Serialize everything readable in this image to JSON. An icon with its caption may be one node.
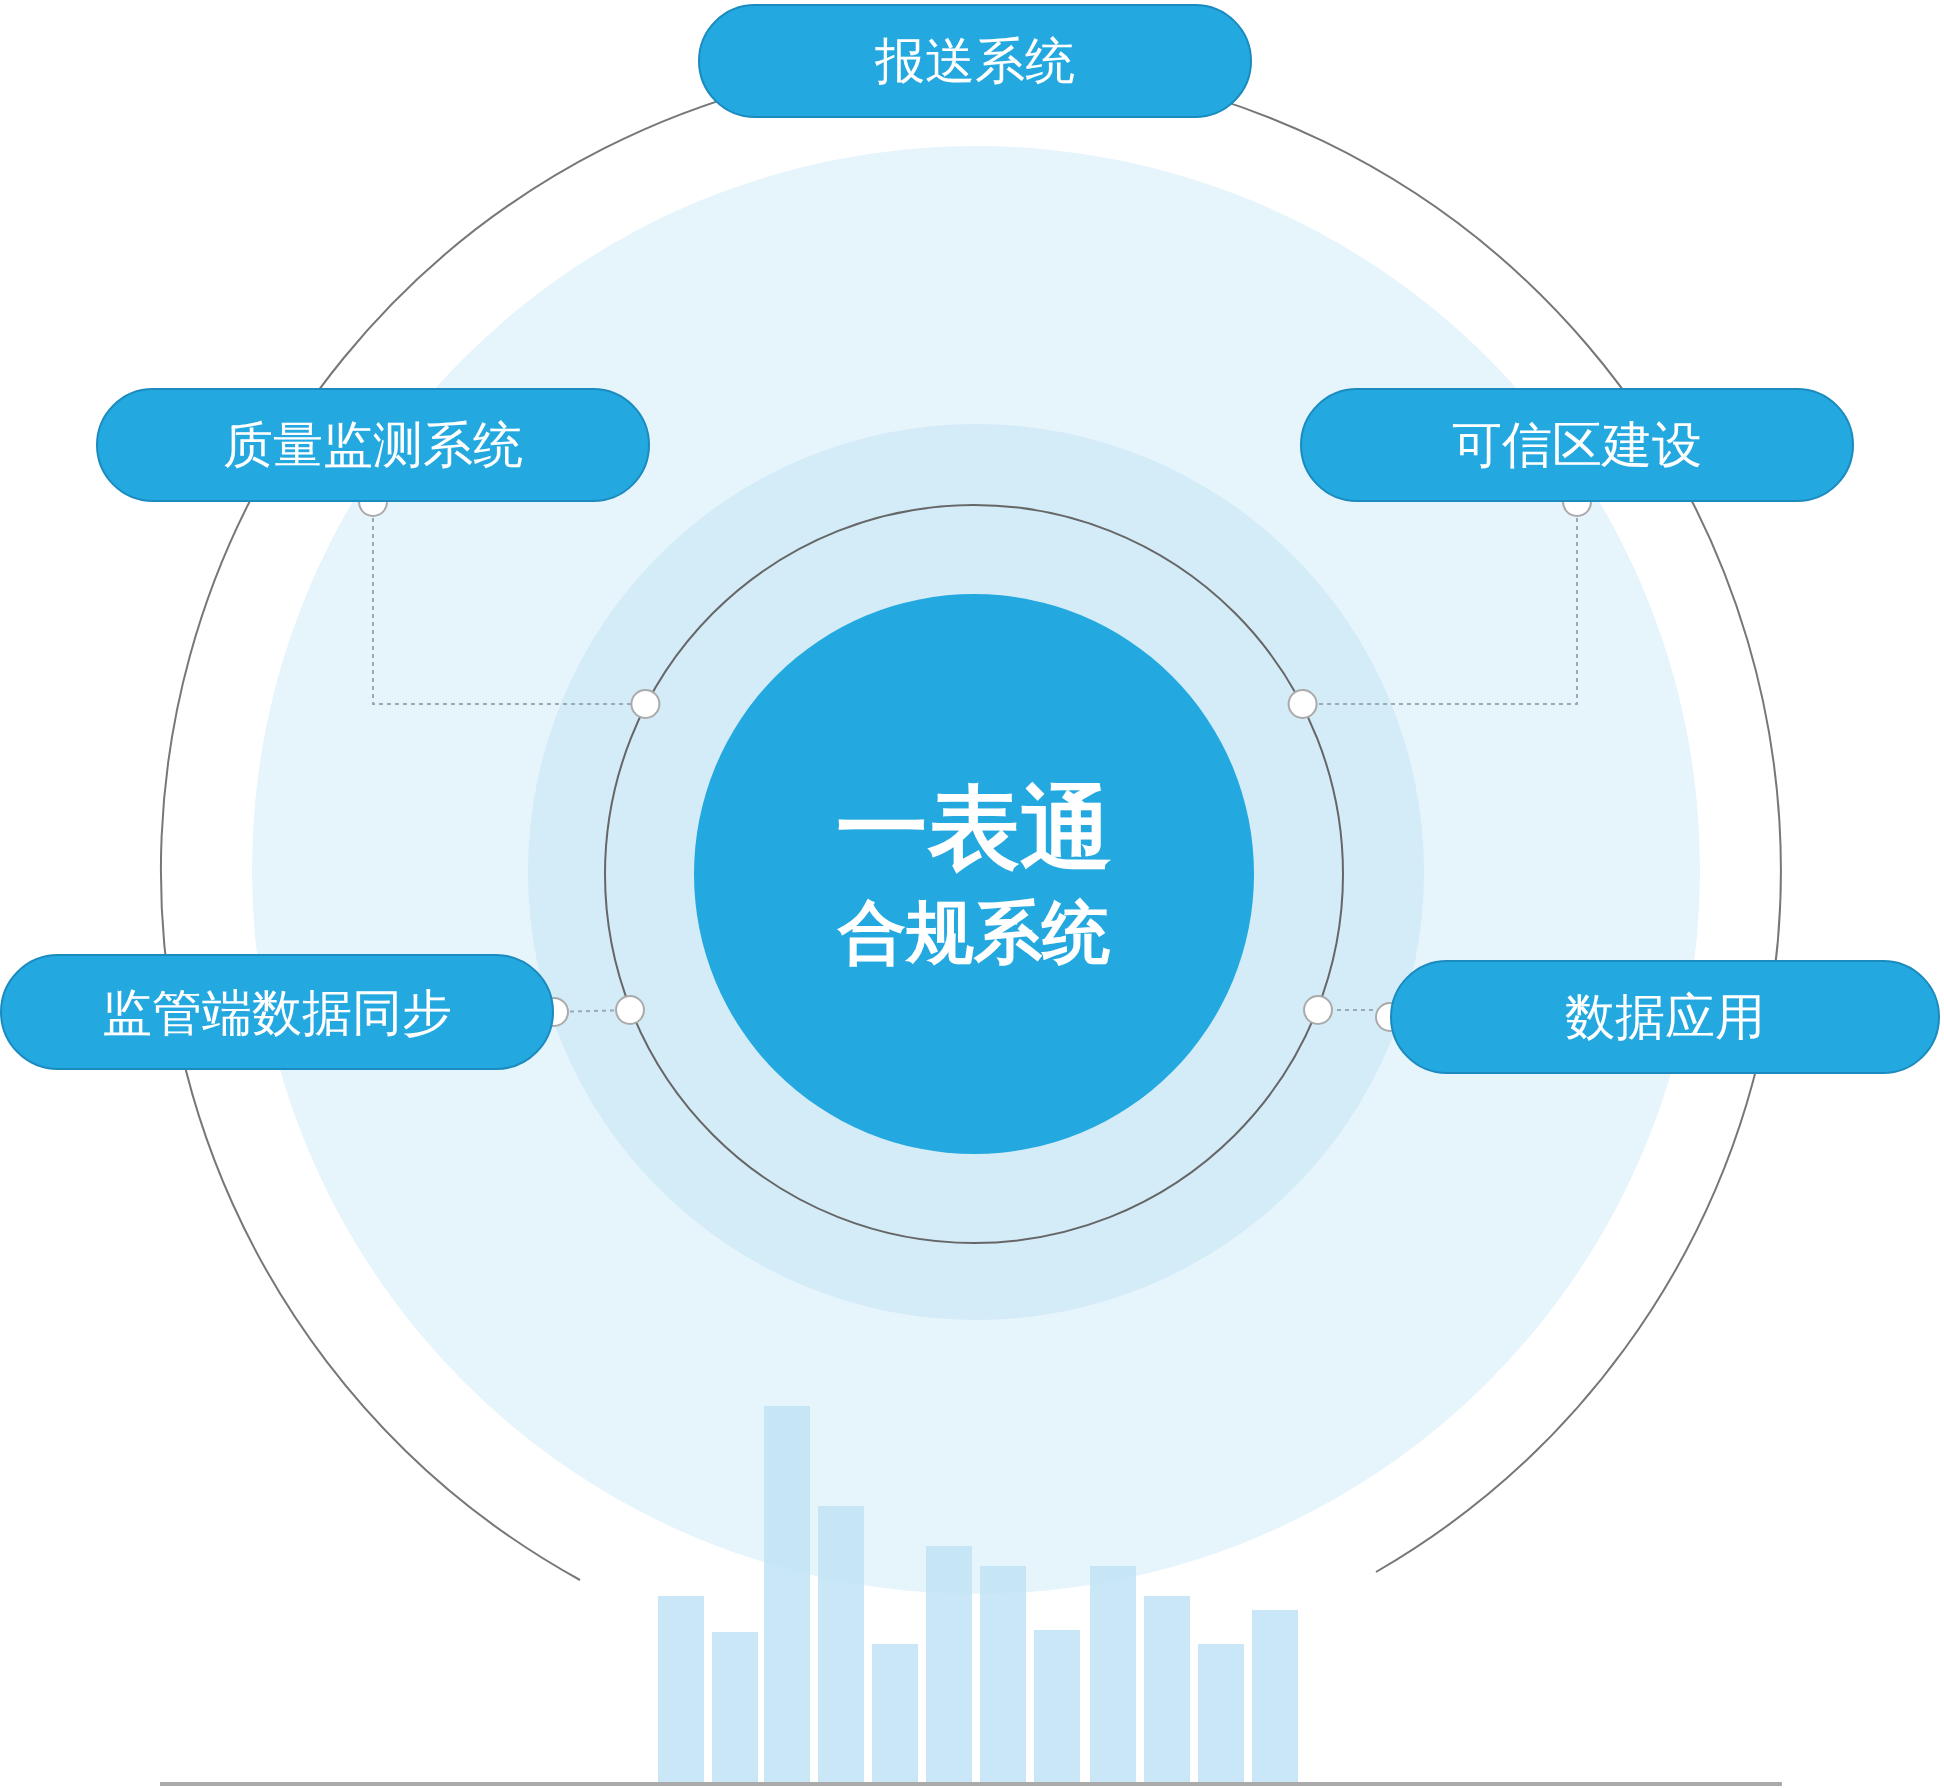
{
  "diagram": {
    "nodes": [
      {
        "text": [
          "一表通",
          "合规系统"
        ]
      },
      {
        "text": [
          "报送系统"
        ]
      },
      {
        "text": [
          "质量监测系统"
        ]
      },
      {
        "text": [
          "可信区建设"
        ]
      },
      {
        "text": [
          "监管端数据同步"
        ]
      },
      {
        "text": [
          "数据应用"
        ]
      }
    ],
    "edges": [
      {
        "from": 2,
        "to": 0,
        "arrow": "other",
        "style": "dashed"
      },
      {
        "from": 3,
        "to": 0,
        "arrow": "other",
        "style": "dashed"
      },
      {
        "from": 4,
        "to": 0,
        "arrow": "other",
        "style": "dashed"
      },
      {
        "from": 5,
        "to": 0,
        "arrow": "other",
        "style": "dashed"
      }
    ]
  }
}
